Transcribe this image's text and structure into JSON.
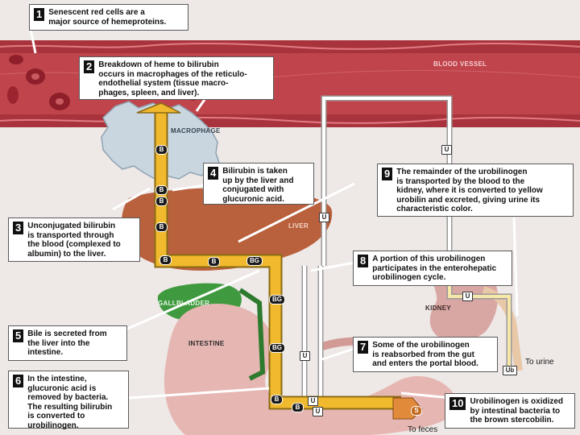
{
  "steps": [
    {
      "num": "1",
      "text": "Senescent red cells are a\nmajor source of hemeproteins."
    },
    {
      "num": "2",
      "text": "Breakdown of heme to bilirubin\noccurs in macrophages of the reticulo-\nendothelial system (tissue macro-\nphages, spleen, and liver)."
    },
    {
      "num": "3",
      "text": "Unconjugated bilirubin\nis transported through\nthe blood (complexed to\nalbumin) to the liver."
    },
    {
      "num": "4",
      "text": "Bilirubin is taken\nup by the liver and\nconjugated with\nglucuronic acid."
    },
    {
      "num": "5",
      "text": "Bile is secreted from\nthe liver into the\nintestine."
    },
    {
      "num": "6",
      "text": "In the intestine,\nglucuronic acid is\nremoved by bacteria.\nThe resulting bilirubin\nis converted to\nurobilinogen."
    },
    {
      "num": "7",
      "text": "Some of the urobilinogen\nis reabsorbed from the gut\nand enters the portal blood."
    },
    {
      "num": "8",
      "text": "A portion of this urobilinogen\nparticipates in the enterohepatic\nurobilinogen cycle."
    },
    {
      "num": "9",
      "text": "The remainder of the urobilinogen\nis transported by the blood to the\nkidney, where it is converted to yellow\nurobilin and excreted, giving urine its\ncharacteristic color."
    },
    {
      "num": "10",
      "text": "Urobilinogen is oxidized\nby intestinal bacteria to\nthe brown stercobilin."
    }
  ],
  "labels": {
    "blood_vessel": "BLOOD VESSEL",
    "macrophage": "MACROPHAGE",
    "liver": "LIVER",
    "gallbladder": "GALLBLADDER",
    "kidney": "KIDNEY",
    "intestine": "INTESTINE",
    "to_urine": "To urine",
    "to_feces": "To feces"
  },
  "tags": {
    "b": "B",
    "bg": "BG",
    "u": "U",
    "ub": "Ub",
    "s": "S"
  },
  "colors": {
    "pathway": "#f1b92d",
    "vessel": "#c0474f",
    "liver": "#b9603d",
    "gallbladder": "#3f9a3f",
    "kidney": "#d9a7a3",
    "intestine": "#e6b7b2",
    "background": "#eee8e6"
  }
}
